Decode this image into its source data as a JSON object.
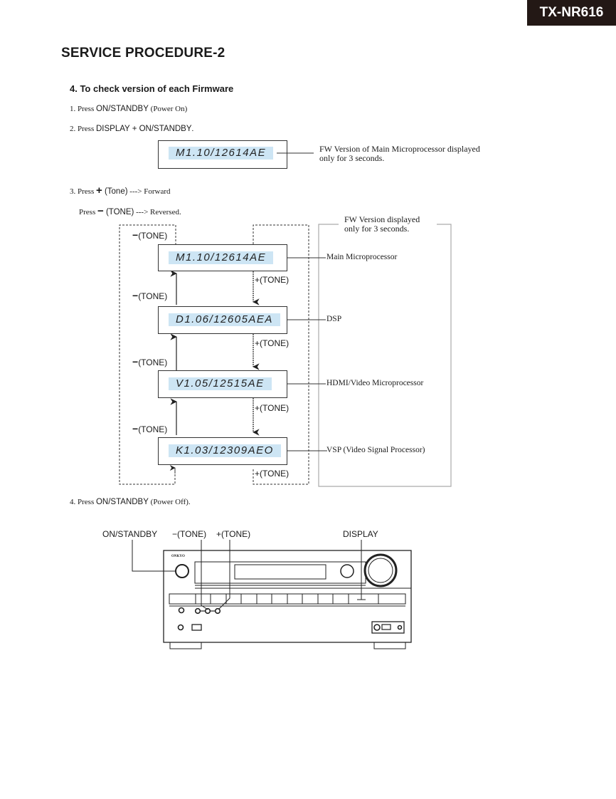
{
  "header": {
    "model": "TX-NR616",
    "page_title": "SERVICE PROCEDURE-2"
  },
  "section": {
    "title": "4. To check version of each Firmware"
  },
  "steps": {
    "s1": {
      "num": "1. Press ",
      "key": "ON/STANDBY",
      "rest": " (Power On)"
    },
    "s2": {
      "num": "2. Press ",
      "key": "DISPLAY + ON/STANDBY",
      "rest": "."
    },
    "s3a": {
      "num": "3. Press ",
      "sym": "+",
      "key": " (Tone)",
      "rest": " ---> Forward"
    },
    "s3b": {
      "num": "Press ",
      "sym": "−",
      "key": " (TONE)",
      "rest": " ---> Reversed."
    },
    "s4": {
      "num": "4. Press ",
      "key": "ON/STANDBY",
      "rest": " (Power Off)."
    }
  },
  "initial_display": {
    "value": "M1.10/12614AE",
    "note_line1": "FW Version of Main Microprocessor displayed",
    "note_line2": "only for 3 seconds."
  },
  "flow": {
    "box_note_line1": "FW Version displayed",
    "box_note_line2": "only for 3 seconds.",
    "minus_tone": "(TONE)",
    "plus_tone": "(TONE)",
    "minus_sym": "−",
    "plus_sym": "+",
    "displays": [
      {
        "value": "M1.10/12614AE",
        "label": "Main Microprocessor"
      },
      {
        "value": "D1.06/12605AEA",
        "label": "DSP"
      },
      {
        "value": "V1.05/12515AE",
        "label": "HDMI/Video Microprocessor"
      },
      {
        "value": "K1.03/12309AEO",
        "label": "VSP (Video Signal Processor)"
      }
    ]
  },
  "front_panel": {
    "brand": "ONKYO",
    "callouts": {
      "on_standby": "ON/STANDBY",
      "minus_tone": "−(TONE)",
      "plus_tone": "+(TONE)",
      "display": "DISPLAY"
    }
  }
}
